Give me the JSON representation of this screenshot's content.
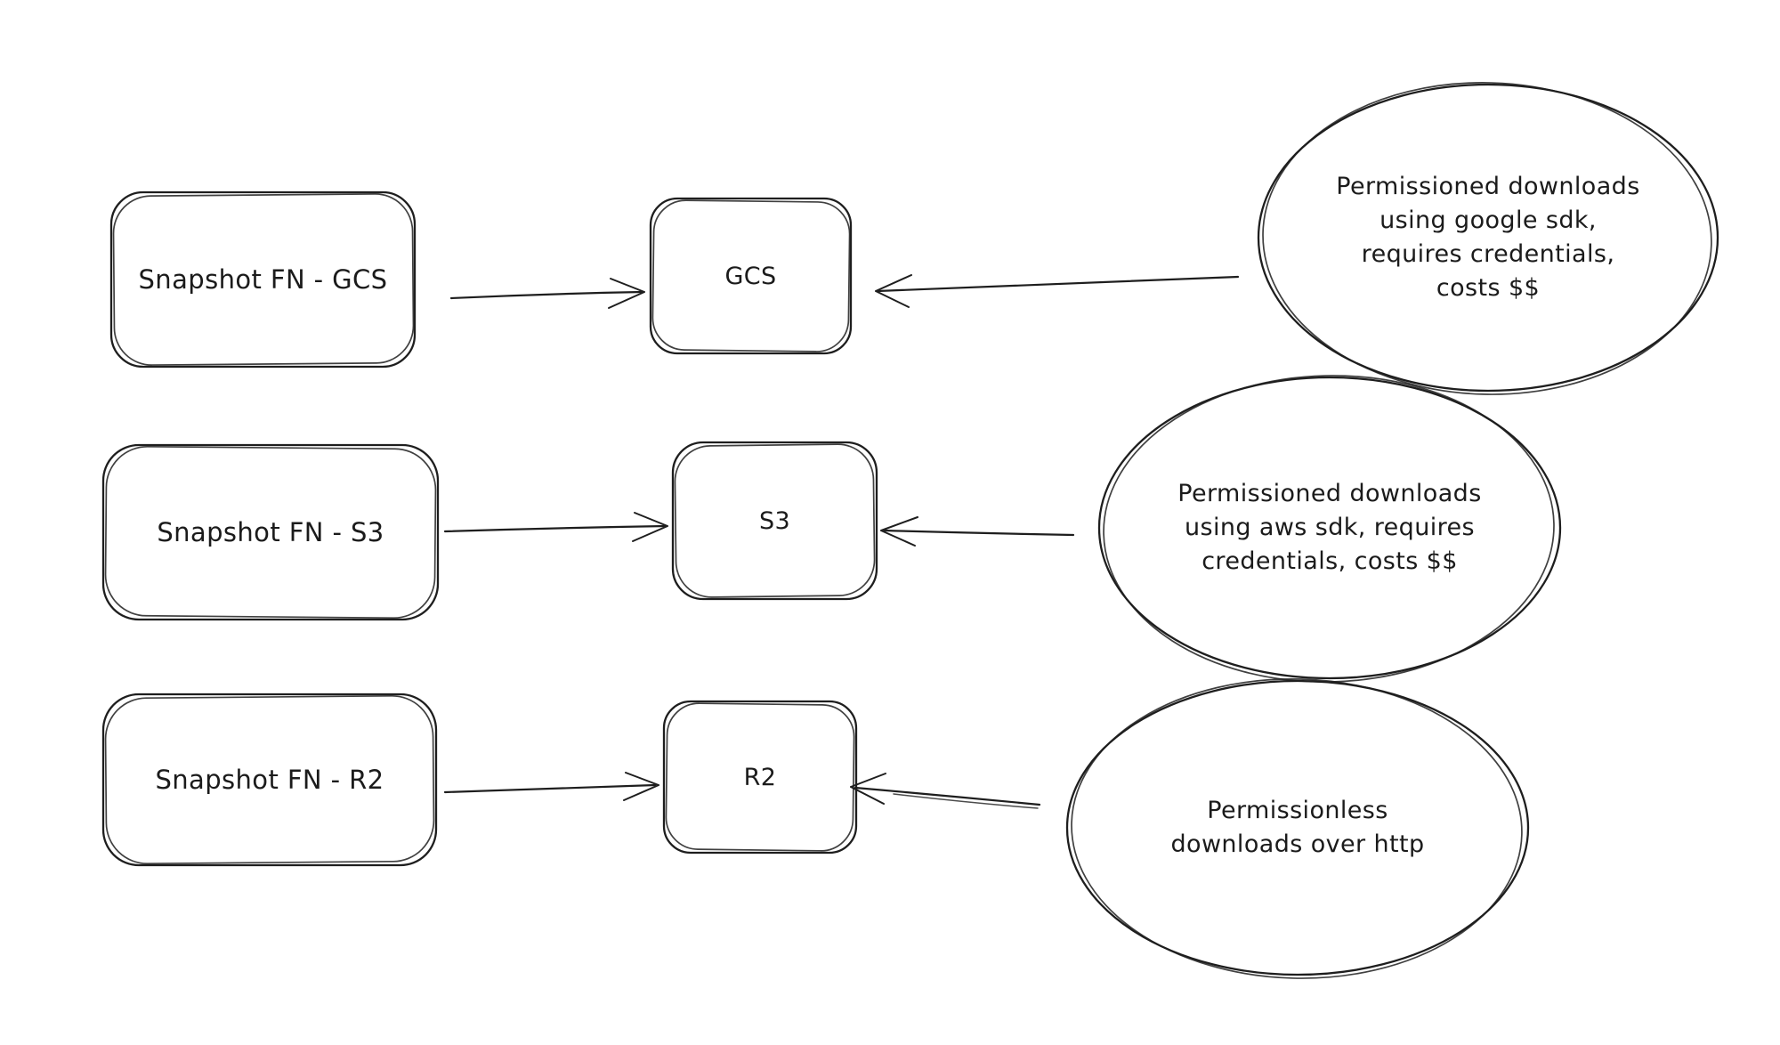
{
  "canvas": {
    "background": "#ffffff",
    "stroke_color": "#1e1e1e",
    "text_color": "#1b1b1b",
    "style": "hand-drawn sketch flowchart"
  },
  "diagram": {
    "rows": [
      {
        "source_label": "Snapshot FN - GCS",
        "target_label": "GCS",
        "note_lines": [
          "Permissioned downloads",
          "using google sdk,",
          "requires credentials,",
          "costs $$"
        ]
      },
      {
        "source_label": "Snapshot FN - S3",
        "target_label": "S3",
        "note_lines": [
          "Permissioned downloads",
          "using aws sdk, requires",
          "credentials, costs $$"
        ]
      },
      {
        "source_label": "Snapshot FN - R2",
        "target_label": "R2",
        "note_lines": [
          "Permissionless",
          "downloads over http"
        ]
      }
    ]
  }
}
